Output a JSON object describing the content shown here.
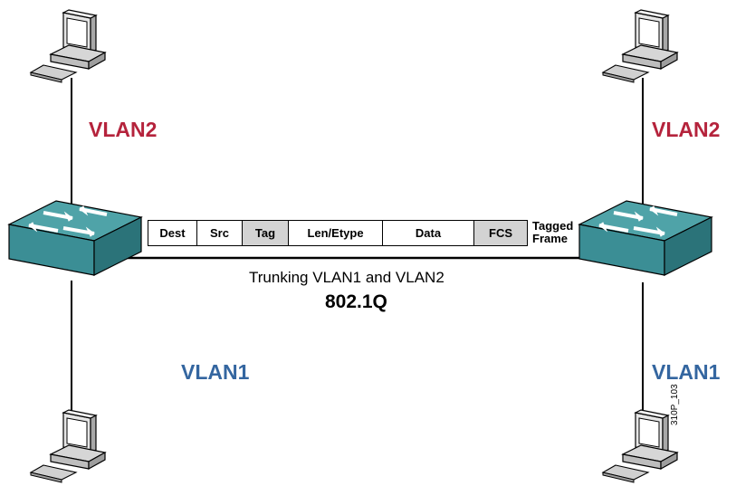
{
  "labels": {
    "left_top_vlan": "VLAN2",
    "right_top_vlan": "VLAN2",
    "left_bottom_vlan": "VLAN1",
    "right_bottom_vlan": "VLAN1",
    "trunk": "Trunking VLAN1 and VLAN2",
    "standard": "802.1Q",
    "tagged_line1": "Tagged",
    "tagged_line2": "Frame",
    "figure_id": "310P_103"
  },
  "frame_fields": [
    {
      "label": "Dest",
      "shaded": false
    },
    {
      "label": "Src",
      "shaded": false
    },
    {
      "label": "Tag",
      "shaded": true
    },
    {
      "label": "Len/Etype",
      "shaded": false
    },
    {
      "label": "Data",
      "shaded": false
    },
    {
      "label": "FCS",
      "shaded": true
    }
  ],
  "colors": {
    "vlan2": "#b5233c",
    "vlan1": "#3466a0",
    "switch_top": "#4fa3a8",
    "switch_side": "#2f7f86",
    "computer_body": "#c8c8c8"
  },
  "icons": [
    "computer-icon",
    "switch-icon"
  ]
}
